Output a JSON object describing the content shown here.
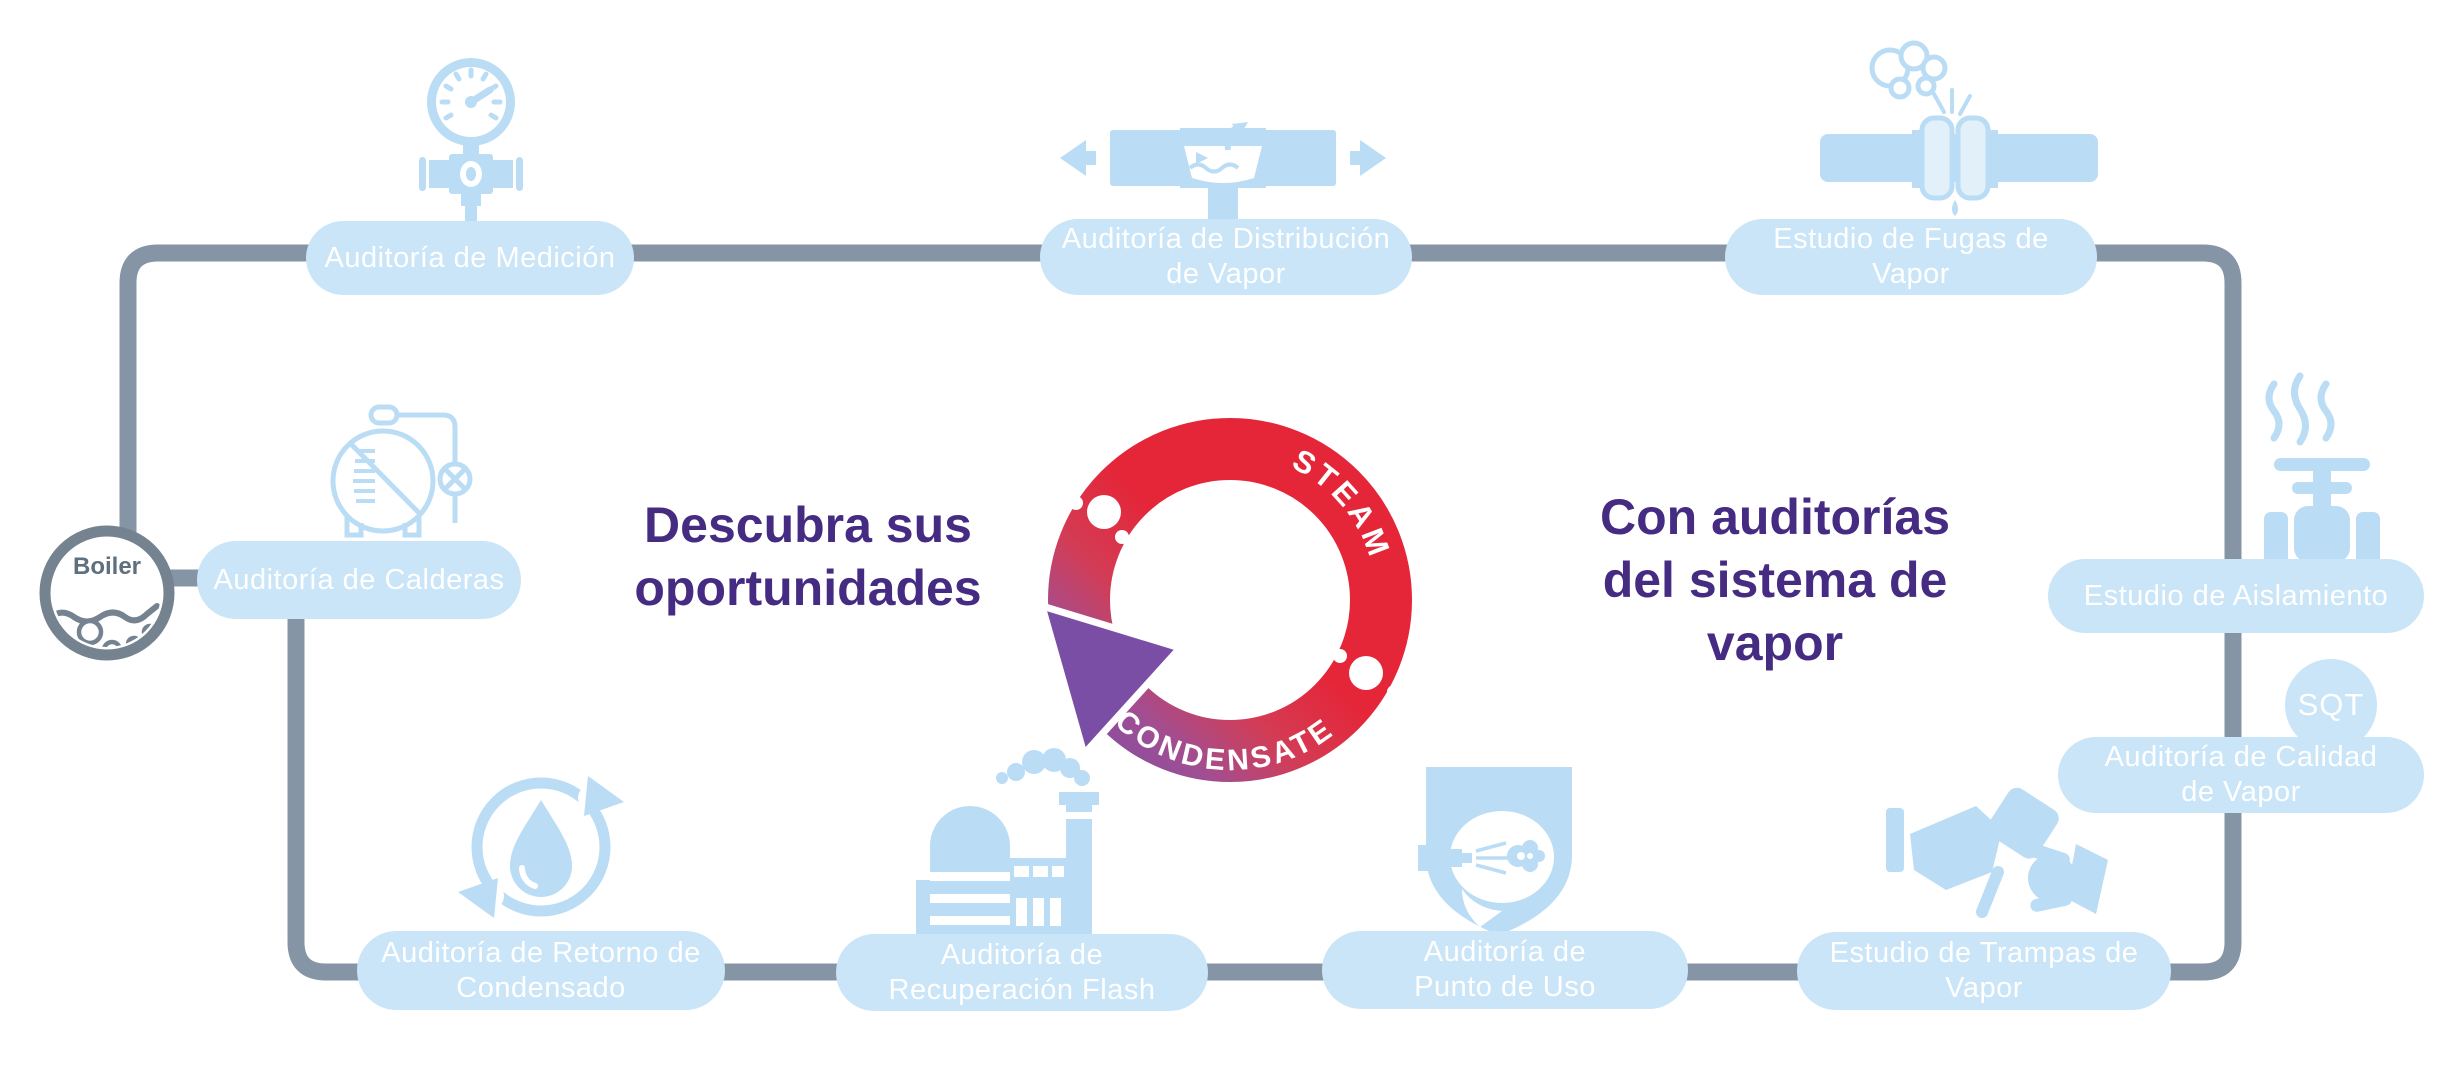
{
  "diagram": {
    "boiler_label": "Boiler",
    "headline_left": "Descubra sus\noportunidades",
    "headline_right": "Con auditorías\ndel sistema de\nvapor",
    "cycle": {
      "steam_label": "STEAM",
      "condensate_label": "CONDENSATE",
      "steam_color": "#E52639",
      "condensate_color": "#7B4EA6"
    },
    "sqt_badge": "SQT",
    "nodes": {
      "medicion": {
        "label": "Auditoría de Medición",
        "icon": "pressure-gauge-icon"
      },
      "distribucion": {
        "label": "Auditoría de Distribución\nde Vapor",
        "icon": "steam-distribution-pipe-icon"
      },
      "fugas": {
        "label": "Estudio de Fugas de\nVapor",
        "icon": "steam-leak-flange-icon"
      },
      "calderas": {
        "label": "Auditoría de Calderas",
        "icon": "boiler-tank-icon"
      },
      "aislamiento": {
        "label": "Estudio de Aislamiento",
        "icon": "insulated-valve-steam-icon"
      },
      "calidad": {
        "label": "Auditoría de Calidad\nde Vapor",
        "icon": "sqt-badge"
      },
      "trampas": {
        "label": "Estudio de Trampas de\nVapor",
        "icon": "trap-testing-hands-icon"
      },
      "punto": {
        "label": "Auditoría de\nPunto de Uso",
        "icon": "shield-spray-nozzle-icon"
      },
      "flash": {
        "label": "Auditoría de\nRecuperación Flash",
        "icon": "factory-flash-recovery-icon"
      },
      "retorno": {
        "label": "Auditoría de Retorno de\nCondensado",
        "icon": "condensate-recycle-droplet-icon"
      }
    },
    "colors": {
      "pill": "#C9E5F7",
      "icon_blue": "#BADCF4",
      "pipe_gray": "#8695A5",
      "headline_purple": "#452C82",
      "pill_text": "#FFFFFF"
    }
  }
}
